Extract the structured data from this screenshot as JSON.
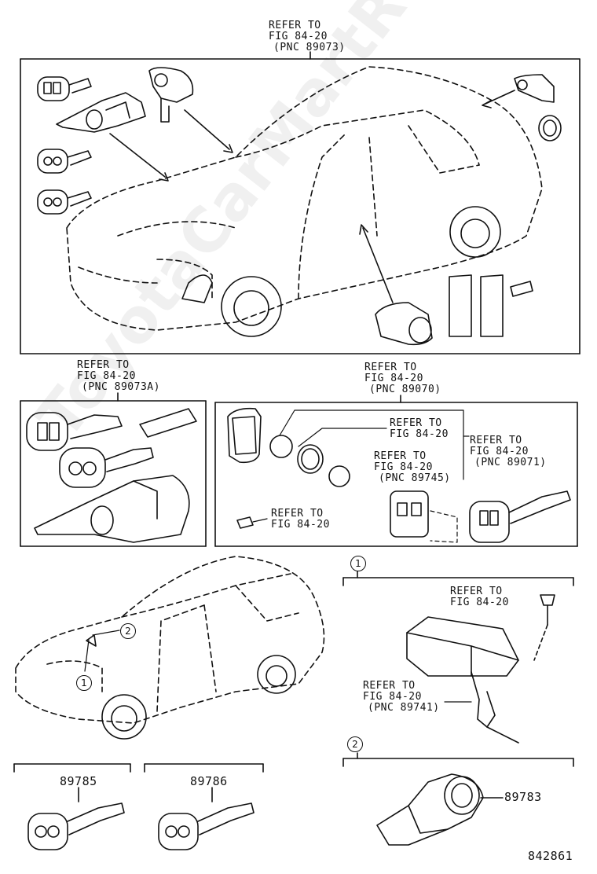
{
  "watermark": "ToyotaCarMartRu",
  "top_panel": {
    "ref_line1": "REFER TO",
    "ref_line2": "FIG 84-20",
    "ref_line3": "(PNC 89073)"
  },
  "mid_left_panel": {
    "ref_line1": "REFER TO",
    "ref_line2": "FIG 84-20",
    "ref_line3": "(PNC 89073A)"
  },
  "mid_right_panel": {
    "ref_line1": "REFER TO",
    "ref_line2": "FIG 84-20",
    "ref_line3": "(PNC 89070)",
    "ref_a_line1": "REFER TO",
    "ref_a_line2": "FIG 84-20",
    "ref_b_line1": "REFER TO",
    "ref_b_line2": "FIG 84-20",
    "ref_b_line3": "(PNC 89745)",
    "ref_c_line1": "REFER TO",
    "ref_c_line2": "FIG 84-20",
    "ref_c_line3": "(PNC 89071)",
    "ref_d_line1": "REFER TO",
    "ref_d_line2": "FIG 84-20"
  },
  "callouts": {
    "one": "1",
    "two": "2"
  },
  "detail_1": {
    "ref_a_line1": "REFER TO",
    "ref_a_line2": "FIG 84-20",
    "ref_b_line1": "REFER TO",
    "ref_b_line2": "FIG 84-20",
    "ref_b_line3": "(PNC 89741)"
  },
  "detail_2": {
    "part_number": "89783"
  },
  "keys": {
    "left_part": "89785",
    "right_part": "89786"
  },
  "figure_number": "842861"
}
